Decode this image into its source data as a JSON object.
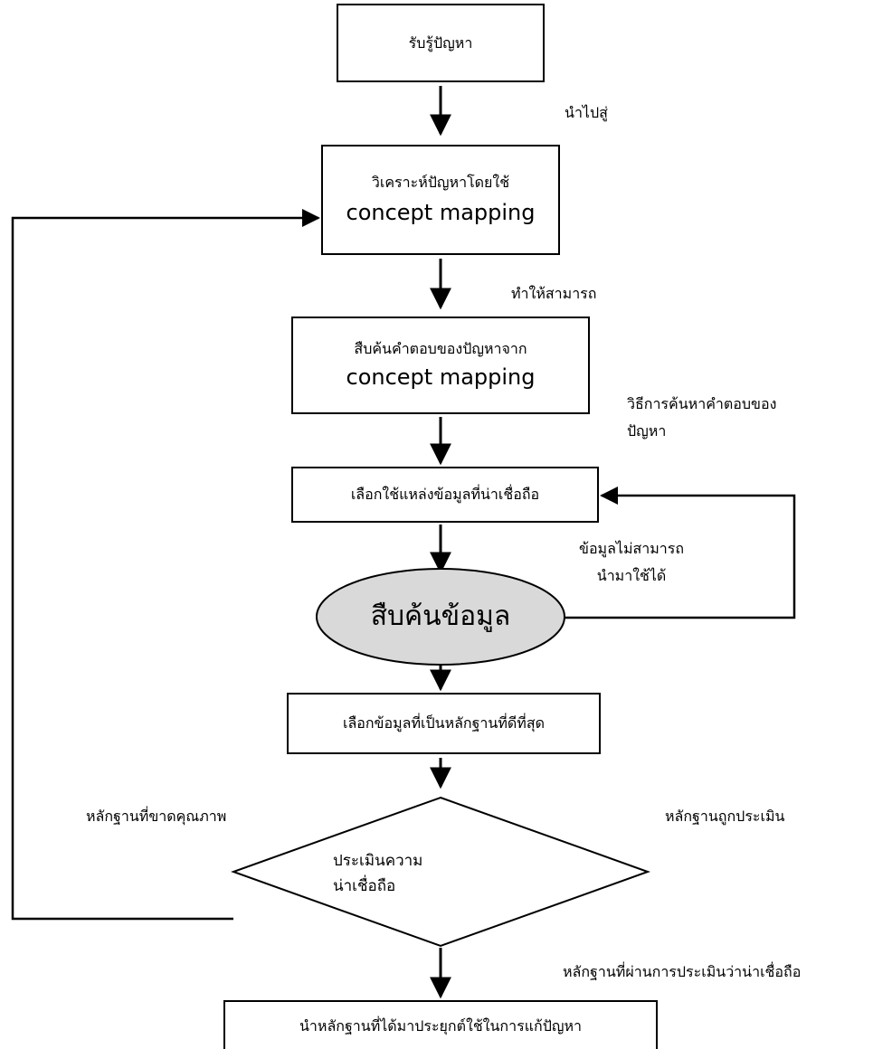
{
  "nodes": {
    "perceive": {
      "text": "รับรู้ปัญหา"
    },
    "analyze": {
      "line1": "วิเคราะห์ปัญหาโดยใช้",
      "line2": "concept mapping"
    },
    "search_answer": {
      "line1": "สืบค้นคำตอบของปัญหาจาก",
      "line2": "concept mapping"
    },
    "choose_source": {
      "text": "เลือกใช้แหล่งข้อมูลที่น่าเชื่อถือ"
    },
    "search_data": {
      "text": "สืบค้นข้อมูล"
    },
    "choose_evidence": {
      "text": "เลือกข้อมูลที่เป็นหลักฐานที่ดีที่สุด"
    },
    "evaluate": {
      "line1": "ประเมินความ",
      "line2": "น่าเชื่อถือ"
    },
    "apply": {
      "text": "นำหลักฐานที่ได้มาประยุกต์ใช้ในการแก้ปัญหา"
    }
  },
  "edge_labels": {
    "lead_to": "นำไปสู่",
    "enable": "ทำให้สามารถ",
    "method_line1": "วิธีการค้นหาคำตอบของ",
    "method_line2": "ปัญหา",
    "data_unusable_line1": "ข้อมูลไม่สามารถ",
    "data_unusable_line2": "นำมาใช้ได้",
    "poor_quality": "หลักฐานที่ขาดคุณภาพ",
    "evaluated": "หลักฐานถูกประเมิน",
    "passed": "หลักฐานที่ผ่านการประเมินว่าน่าเชื่อถือ"
  },
  "colors": {
    "line": "#000000",
    "oval_fill": "#d9d9d9",
    "box_fill": "#ffffff"
  }
}
